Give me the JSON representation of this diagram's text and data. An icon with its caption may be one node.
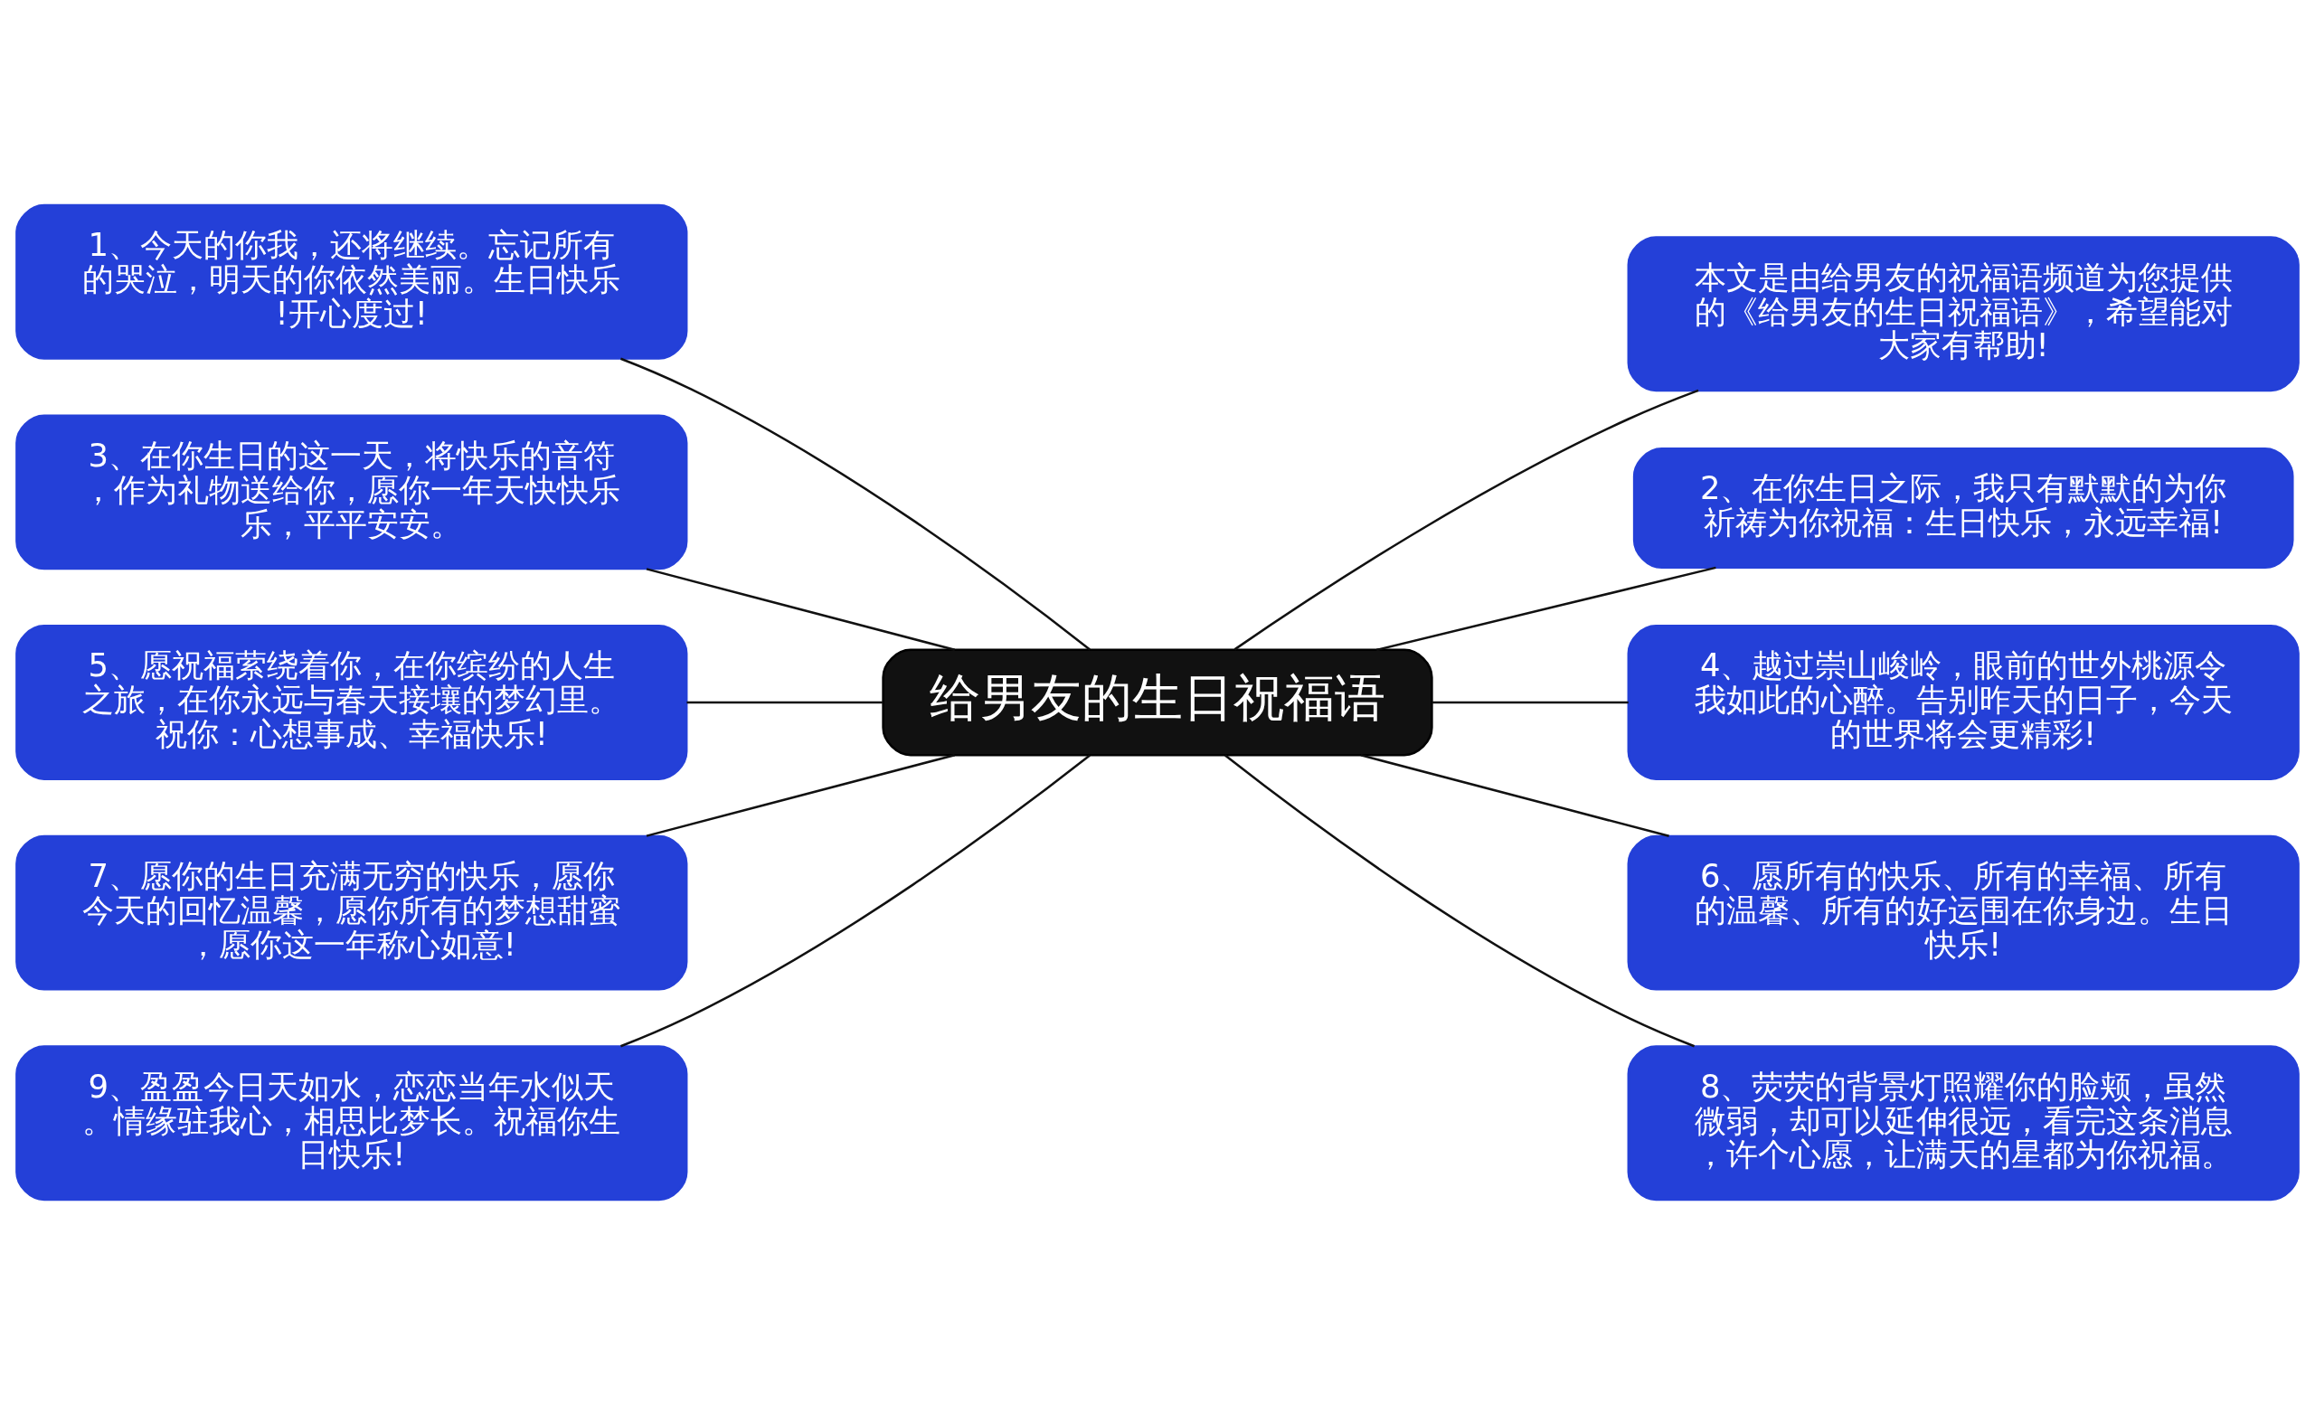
{
  "diagram": {
    "nodes": [
      {
        "text": [
          "给男友的生日祝福语"
        ]
      },
      {
        "text": [
          "本文是由给男友的祝福语频道为您提供的《给男友的生日祝福语》，希望能对大家有帮助!"
        ]
      },
      {
        "text": [
          "1、今天的你我，还将继续。忘记所有的哭泣，明天的你依然美丽。生日快乐!开心度过!"
        ]
      },
      {
        "text": [
          "2、在你生日之际，我只有默默的为你祈祷为你祝福：生日快乐，永远幸福!"
        ]
      },
      {
        "text": [
          "3、在你生日的这一天，将快乐的音符，作为礼物送给你，愿你一年天快快乐乐，平平安安。"
        ]
      },
      {
        "text": [
          "4、越过崇山峻岭，眼前的世外桃源令我如此的心醉。告别昨天的日子，今天的世界将会更精彩!"
        ]
      },
      {
        "text": [
          "5、愿祝福萦绕着你，在你缤纷的人生之旅，在你永远与春天接壤的梦幻里。祝你：心想事成、幸福快乐!"
        ]
      },
      {
        "text": [
          "6、愿所有的快乐、所有的幸福、所有的温馨、所有的好运围在你身边。生日快乐!"
        ]
      },
      {
        "text": [
          "7、愿你的生日充满无穷的快乐，愿你今天的回忆温馨，愿你所有的梦想甜蜜，愿你这一年称心如意!"
        ]
      },
      {
        "text": [
          "8、荧荧的背景灯照耀你的脸颊，虽然微弱，却可以延伸很远，看完这条消息，许个心愿，让满天的星都为你祝福。"
        ]
      },
      {
        "text": [
          "9、盈盈今日天如水，恋恋当年水似天。情缘驻我心，相思比梦长。祝福你生日快乐!"
        ]
      }
    ],
    "edges": [
      {
        "from": 0,
        "to": 1,
        "arrow": "none"
      },
      {
        "from": 0,
        "to": 2,
        "arrow": "none"
      },
      {
        "from": 0,
        "to": 3,
        "arrow": "none"
      },
      {
        "from": 0,
        "to": 4,
        "arrow": "none"
      },
      {
        "from": 0,
        "to": 5,
        "arrow": "none"
      },
      {
        "from": 0,
        "to": 6,
        "arrow": "none"
      },
      {
        "from": 0,
        "to": 7,
        "arrow": "none"
      },
      {
        "from": 0,
        "to": 8,
        "arrow": "none"
      },
      {
        "from": 0,
        "to": 9,
        "arrow": "none"
      },
      {
        "from": 0,
        "to": 10,
        "arrow": "none"
      }
    ]
  }
}
